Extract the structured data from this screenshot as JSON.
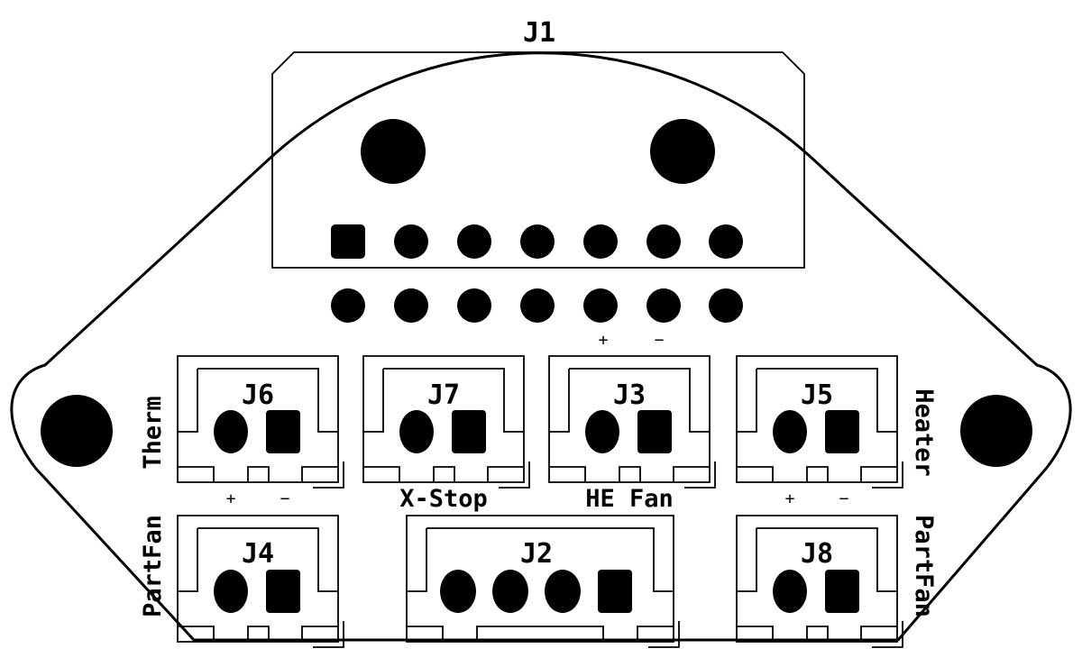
{
  "colors": {
    "ink": "#000000",
    "background": "#ffffff"
  },
  "j1": {
    "designator": "J1"
  },
  "polarity": {
    "plus": "+",
    "minus": "−"
  },
  "connectors": {
    "j6": {
      "designator": "J6",
      "label": "Therm"
    },
    "j7": {
      "designator": "J7",
      "label": "X-Stop"
    },
    "j3": {
      "designator": "J3",
      "label": "HE Fan"
    },
    "j5": {
      "designator": "J5",
      "label": "Heater"
    },
    "j4": {
      "designator": "J4",
      "label": "PartFan"
    },
    "j2": {
      "designator": "J2"
    },
    "j8": {
      "designator": "J8",
      "label": "PartFan"
    }
  }
}
